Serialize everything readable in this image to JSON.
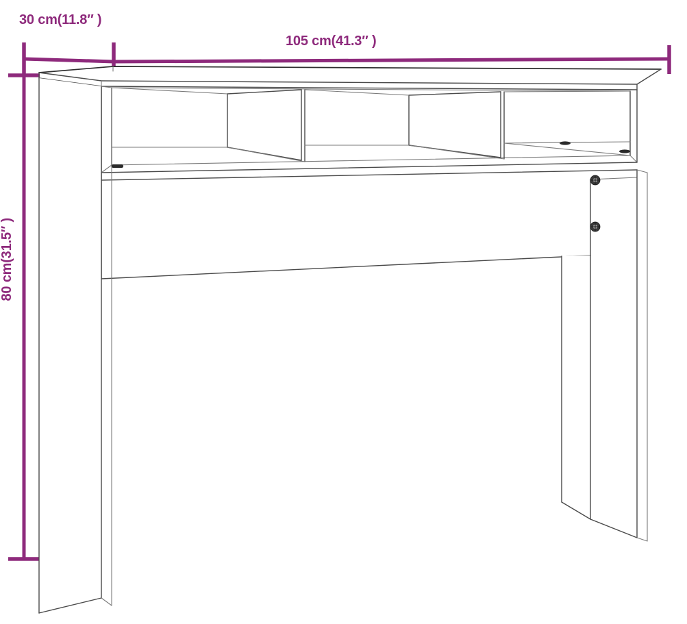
{
  "product": {
    "type": "console-table",
    "description": "Console table technical dimension drawing, perspective view"
  },
  "dimensions": {
    "depth": {
      "label": "30 cm(11.8″ )",
      "value_cm": 30,
      "value_in": 11.8,
      "axis": "depth"
    },
    "width": {
      "label": "105 cm(41.3″ )",
      "value_cm": 105,
      "value_in": 41.3,
      "axis": "width"
    },
    "height": {
      "label": "80 cm(31.5″ )",
      "value_cm": 80,
      "value_in": 31.5,
      "axis": "height"
    }
  },
  "colors": {
    "dimension": "#8e2a7c",
    "outline": "#4a4a4a",
    "outline_light": "#7a7a7a",
    "background": "#ffffff",
    "hardware": "#3a3a3a"
  },
  "features": {
    "shelf_compartments": 3,
    "screws": 2,
    "dowels": 3
  }
}
